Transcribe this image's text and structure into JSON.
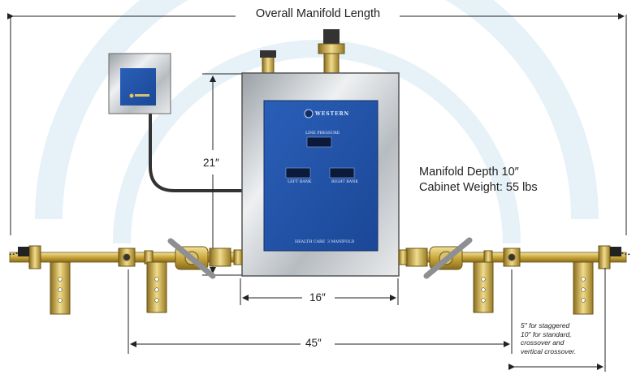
{
  "title": "Overall Manifold Length",
  "specs": {
    "depth": "Manifold Depth 10″",
    "weight": "Cabinet Weight: 55 lbs"
  },
  "dimensions": {
    "height": "21″",
    "width": "16″",
    "spacing": "45″"
  },
  "note": {
    "line1": "5″ for staggered",
    "line2": "10″ for standard,",
    "line3": "crossover and",
    "line4": "vertical crossover."
  },
  "panel": {
    "brand": "WESTERN",
    "line_pressure": "LINE PRESSURE",
    "left_bank": "LEFT BANK",
    "right_bank": "RIGHT BANK",
    "health_care": "HEALTH CARE",
    "model": "3 MANIFOLD"
  },
  "colors": {
    "panel_blue": "#1d4fa3",
    "brass": "#c9a73c",
    "cabinet_steel": "#cfd3d8",
    "watermark": "#e4f1f8"
  }
}
